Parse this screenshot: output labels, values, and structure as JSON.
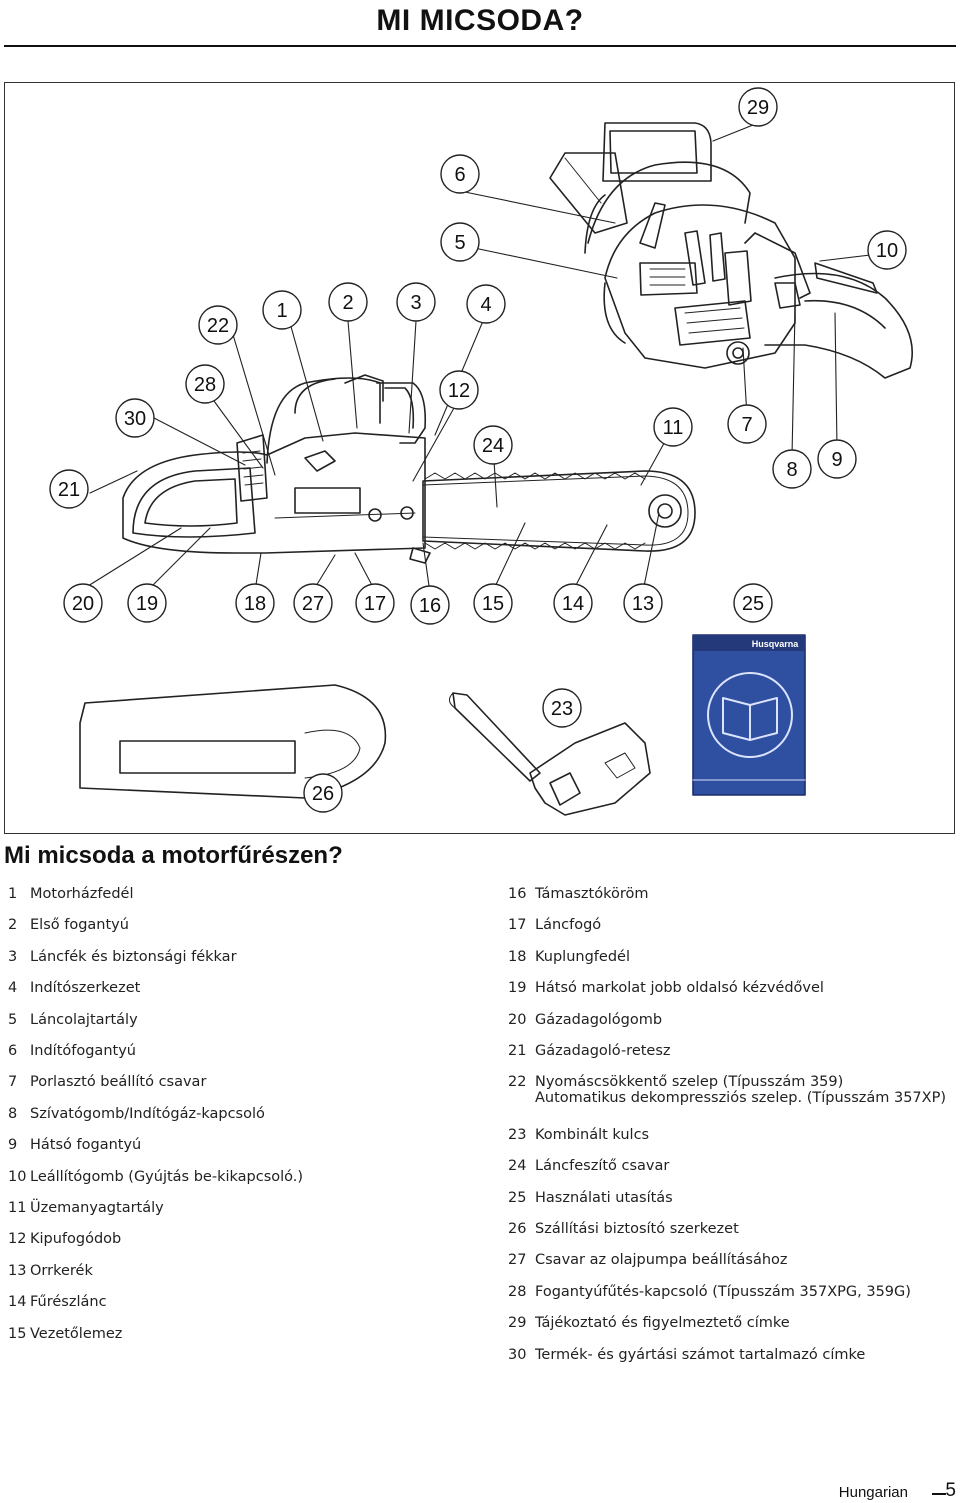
{
  "header": {
    "title": "MI MICSODA?"
  },
  "figure": {
    "callouts": [
      "29",
      "6",
      "5",
      "10",
      "22",
      "1",
      "2",
      "3",
      "4",
      "30",
      "28",
      "12",
      "24",
      "11",
      "7",
      "8",
      "9",
      "21",
      "20",
      "19",
      "18",
      "27",
      "17",
      "16",
      "15",
      "14",
      "13",
      "25",
      "23",
      "26"
    ],
    "manual_brand": "Husqvarna"
  },
  "section": {
    "heading": "Mi micsoda a motorfűrészen?"
  },
  "parts_left": [
    {
      "num": "1",
      "label": "Motorházfedél"
    },
    {
      "num": "2",
      "label": "Első fogantyú"
    },
    {
      "num": "3",
      "label": "Láncfék és biztonsági fékkar"
    },
    {
      "num": "4",
      "label": "Indítószerkezet"
    },
    {
      "num": "5",
      "label": "Láncolajtartály"
    },
    {
      "num": "6",
      "label": "Indítófogantyú"
    },
    {
      "num": "7",
      "label": "Porlasztó beállító csavar"
    },
    {
      "num": "8",
      "label": "Szívatógomb/Indítógáz-kapcsoló"
    },
    {
      "num": "9",
      "label": "Hátsó fogantyú"
    },
    {
      "num": "10",
      "label": "Leállítógomb (Gyújtás be-kikapcsoló.)"
    },
    {
      "num": "11",
      "label": "Üzemanyagtartály"
    },
    {
      "num": "12",
      "label": "Kipufogódob"
    },
    {
      "num": "13",
      "label": "Orrkerék"
    },
    {
      "num": "14",
      "label": "Fűrészlánc"
    },
    {
      "num": "15",
      "label": "Vezetőlemez"
    }
  ],
  "parts_right": [
    {
      "num": "16",
      "label": "Támasztóköröm"
    },
    {
      "num": "17",
      "label": "Láncfogó"
    },
    {
      "num": "18",
      "label": "Kuplungfedél"
    },
    {
      "num": "19",
      "label": "Hátsó markolat jobb oldalsó kézvédővel"
    },
    {
      "num": "20",
      "label": "Gázadagológomb"
    },
    {
      "num": "21",
      "label": "Gázadagoló-retesz"
    },
    {
      "num": "22",
      "label": "Nyomáscsökkentő szelep (Típusszám 359)",
      "label2": "Automatikus dekompressziós szelep. (Típusszám 357XP)"
    },
    {
      "num": "23",
      "label": "Kombinált kulcs"
    },
    {
      "num": "24",
      "label": "Láncfeszítő csavar"
    },
    {
      "num": "25",
      "label": "Használati utasítás"
    },
    {
      "num": "26",
      "label": "Szállítási biztosító szerkezet"
    },
    {
      "num": "27",
      "label": "Csavar az olajpumpa beállításához"
    },
    {
      "num": "28",
      "label": "Fogantyúfűtés-kapcsoló (Típusszám 357XPG, 359G)"
    },
    {
      "num": "29",
      "label": "Tájékoztató és figyelmeztető címke"
    },
    {
      "num": "30",
      "label": "Termék- és gyártási számot tartalmazó címke"
    }
  ],
  "footer": {
    "language": "Hungarian",
    "page_number": "5"
  }
}
